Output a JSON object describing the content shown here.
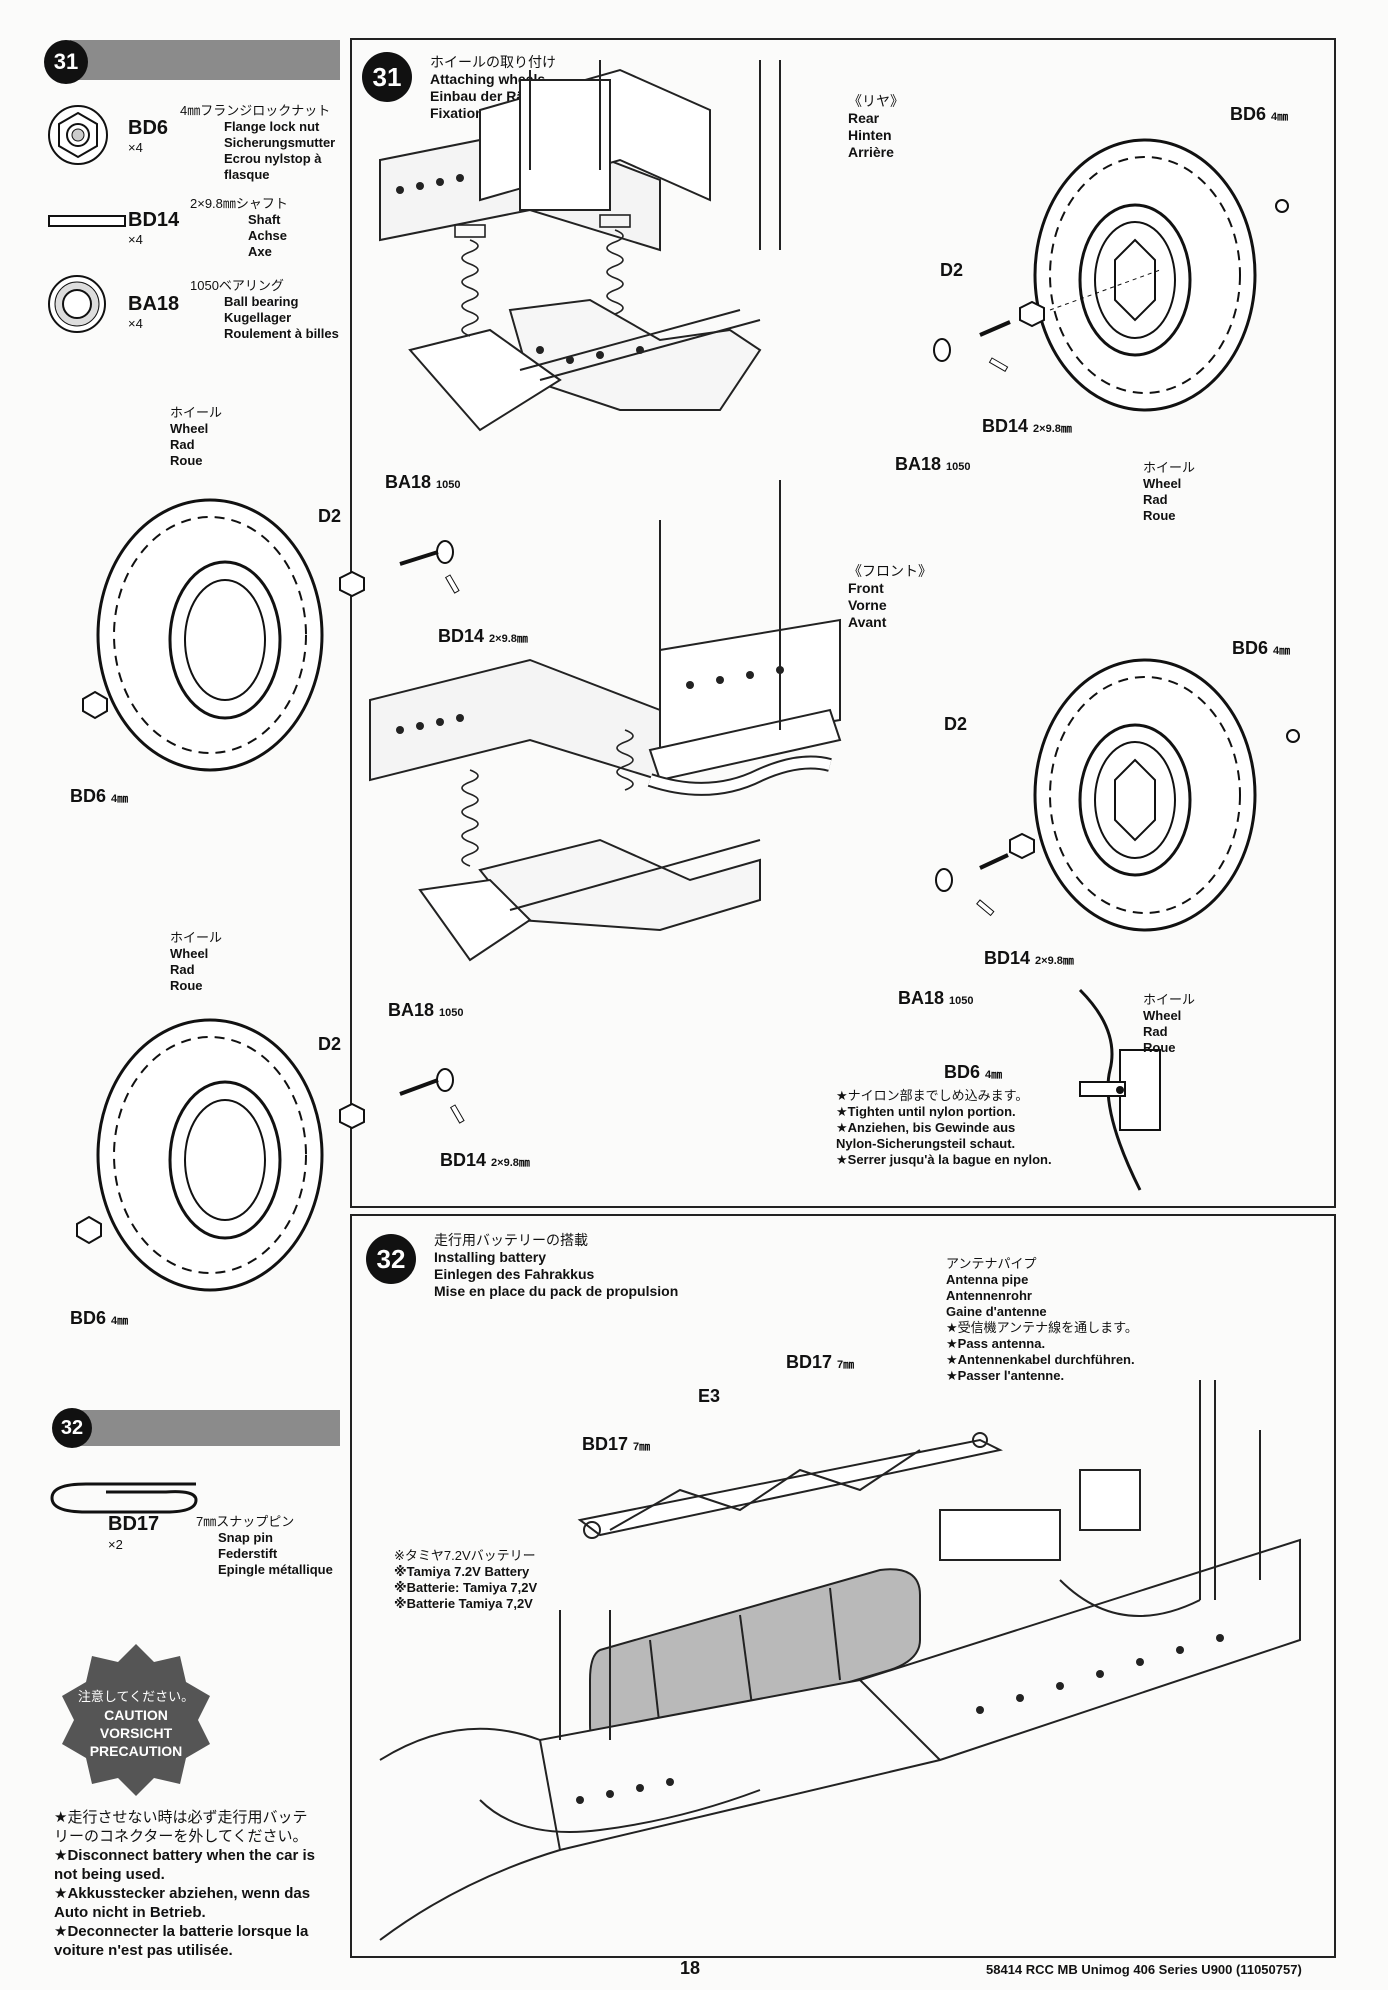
{
  "sidebar_31": {
    "step": "31",
    "parts": [
      {
        "code": "BD6",
        "qty": "×4",
        "size": "4㎜",
        "names": [
          "フランジロックナット",
          "Flange lock nut",
          "Sicherungsmutter",
          "Ecrou nylstop à",
          "flasque"
        ]
      },
      {
        "code": "BD14",
        "qty": "×4",
        "size": "2×9.8㎜",
        "names": [
          "シャフト",
          "Shaft",
          "Achse",
          "Axe"
        ]
      },
      {
        "code": "BA18",
        "qty": "×4",
        "size": "1050",
        "names": [
          "ベアリング",
          "Ball bearing",
          "Kugellager",
          "Roulement à billes"
        ]
      }
    ]
  },
  "sidebar_32": {
    "step": "32",
    "part": {
      "code": "BD17",
      "qty": "×2",
      "size": "7㎜",
      "names": [
        "スナップピン",
        "Snap pin",
        "Federstift",
        "Epingle métallique"
      ]
    }
  },
  "caution": {
    "badge_lines": [
      "注意してください。",
      "CAUTION",
      "VORSICHT",
      "PRECAUTION"
    ],
    "text_lines": [
      "★走行させない時は必ず走行用バッテ",
      "リーのコネクターを外してください。",
      "★Disconnect battery when the car is",
      "not being used.",
      "★Akkusstecker abziehen, wenn das",
      "Auto nicht in Betrieb.",
      "★Deconnecter la batterie lorsque la",
      "voiture n'est pas utilisée."
    ]
  },
  "step31": {
    "number": "31",
    "title_lines": [
      "ホイールの取り付け",
      "Attaching wheels",
      "Einbau der Räder",
      "Fixation des roues"
    ],
    "rear_lines": [
      "《リヤ》",
      "Rear",
      "Hinten",
      "Arrière"
    ],
    "front_lines": [
      "《フロント》",
      "Front",
      "Vorne",
      "Avant"
    ],
    "wheel_lines": [
      "ホイール",
      "Wheel",
      "Rad",
      "Roue"
    ],
    "lbl_bd6": "BD6",
    "lbl_bd6_size": "4㎜",
    "lbl_d2": "D2",
    "lbl_bd14": "BD14",
    "lbl_bd14_size": "2×9.8㎜",
    "lbl_ba18": "BA18",
    "lbl_ba18_size": "1050",
    "note_lines": [
      "★ナイロン部までしめ込みます。",
      "★Tighten until nylon portion.",
      "★Anziehen, bis Gewinde aus",
      "Nylon-Sicherungsteil schaut.",
      "★Serrer jusqu'à la bague en nylon."
    ]
  },
  "step32": {
    "number": "32",
    "title_lines": [
      "走行用バッテリーの搭載",
      "Installing battery",
      "Einlegen des Fahrakkus",
      "Mise en place du pack de propulsion"
    ],
    "antenna_lines": [
      "アンテナパイプ",
      "Antenna pipe",
      "Antennenrohr",
      "Gaine d'antenne",
      "★受信機アンテナ線を通します。",
      "★Pass antenna.",
      "★Antennenkabel durchführen.",
      "★Passer l'antenne."
    ],
    "battery_lines": [
      "※タミヤ7.2Vバッテリー",
      "※Tamiya 7.2V Battery",
      "※Batterie: Tamiya 7,2V",
      "※Batterie Tamiya 7,2V"
    ],
    "lbl_bd17": "BD17",
    "lbl_bd17_size": "7㎜",
    "lbl_e3": "E3"
  },
  "footer": {
    "page_number": "18",
    "doc_id": "58414 RCC MB Unimog 406 Series U900 (11050757)"
  }
}
